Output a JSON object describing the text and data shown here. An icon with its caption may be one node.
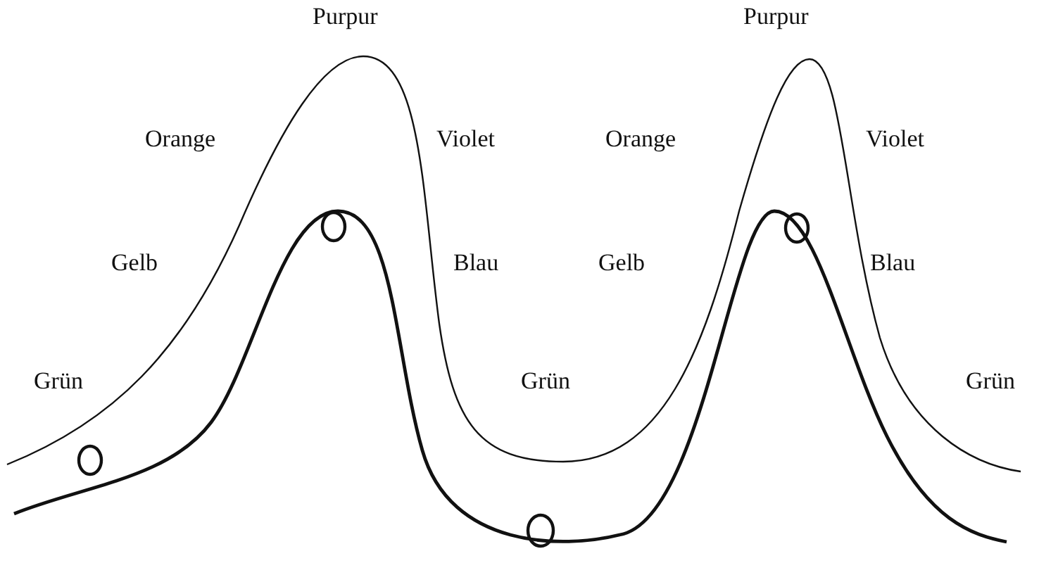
{
  "diagram": {
    "labels": [
      "Purpur",
      "Purpur",
      "Orange",
      "Violet",
      "Orange",
      "Violet",
      "Gelb",
      "Blau",
      "Gelb",
      "Blau",
      "Grün",
      "Grün",
      "Grün"
    ]
  }
}
